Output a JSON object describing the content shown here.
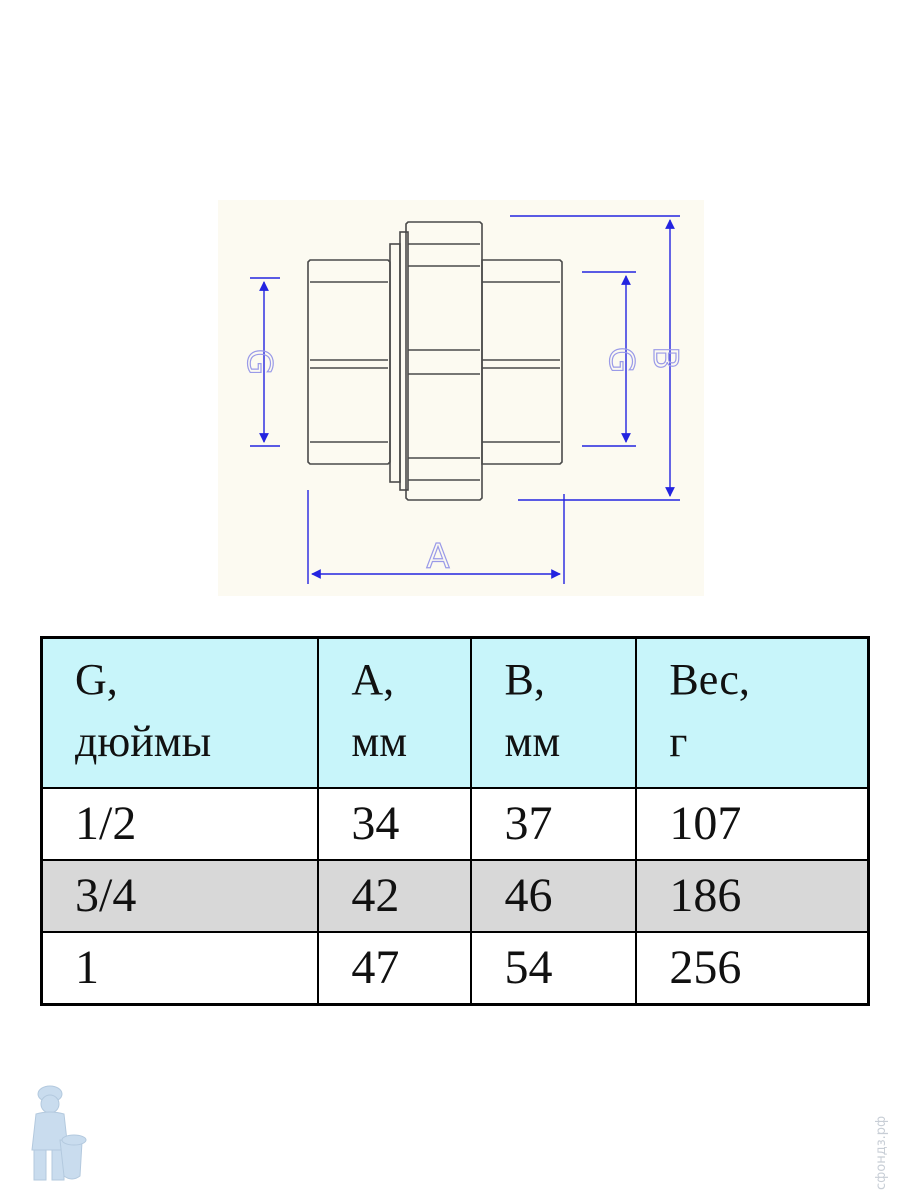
{
  "drawing": {
    "labels": {
      "left_g": "G",
      "right_g": "G",
      "b": "B",
      "a": "A"
    },
    "colors": {
      "outline": "#4a4a4a",
      "dimension": "#2424e0",
      "background": "#fcfaf1"
    }
  },
  "table": {
    "headers": [
      {
        "line1": "G,",
        "line2": "дюймы"
      },
      {
        "line1": "A,",
        "line2": "мм"
      },
      {
        "line1": "B,",
        "line2": "мм"
      },
      {
        "line1": "Вес,",
        "line2": "г"
      }
    ],
    "rows": [
      {
        "g": "1/2",
        "a": "34",
        "b": "37",
        "weight": "107"
      },
      {
        "g": "3/4",
        "a": "42",
        "b": "46",
        "weight": "186"
      },
      {
        "g": "1",
        "a": "47",
        "b": "54",
        "weight": "256"
      }
    ],
    "colors": {
      "header_bg": "#c8f5fa",
      "shaded_row_bg": "#d8d8d8"
    }
  },
  "watermark": {
    "text": "сфондз.рф"
  },
  "mascot": {
    "icon": "plumber-mascot-icon"
  }
}
